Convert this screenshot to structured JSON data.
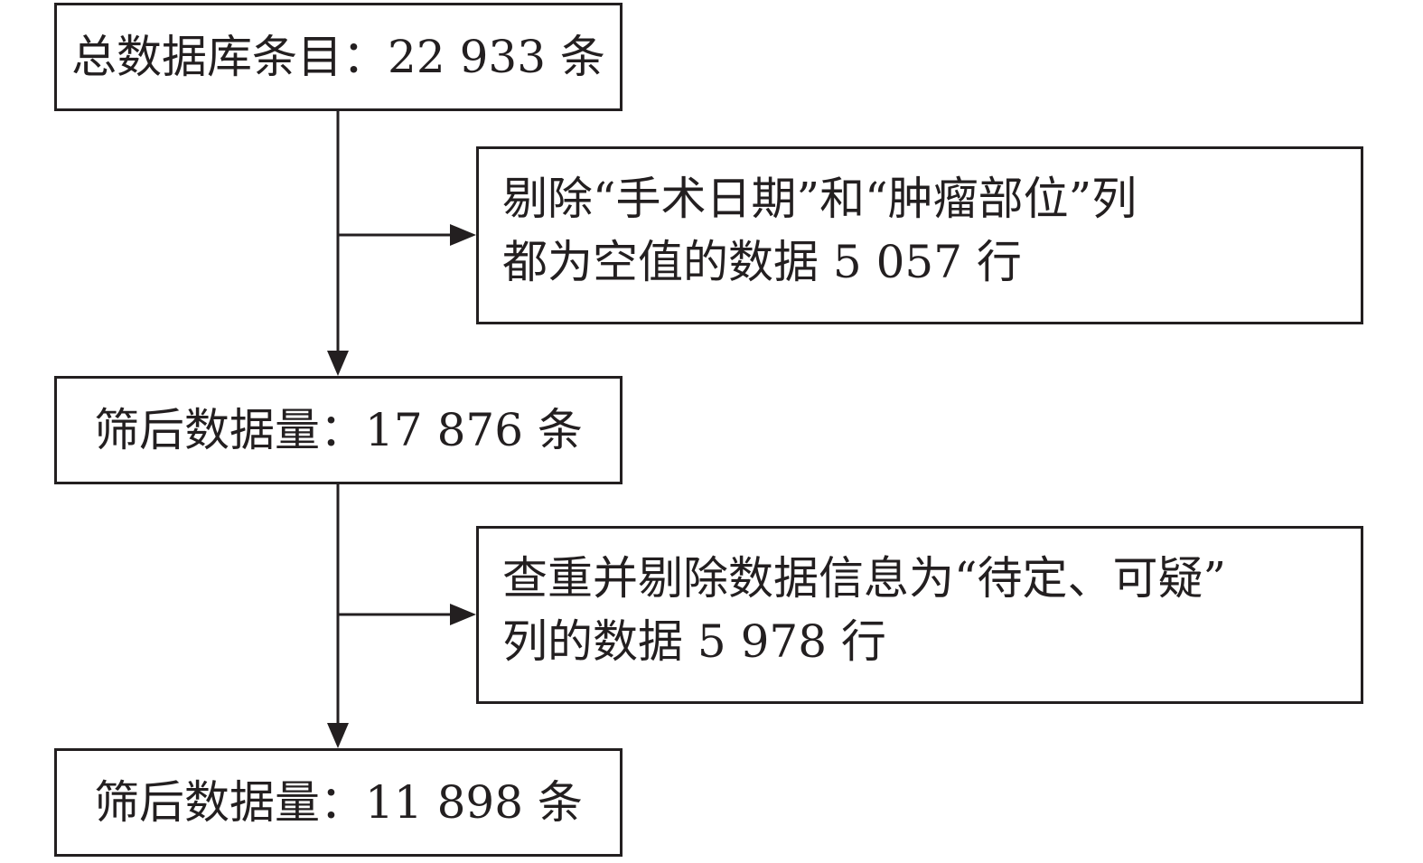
{
  "flow": {
    "step1": {
      "text": "总数据库条目：22 933 条"
    },
    "exclusion1": {
      "line1": "剔除“手术日期”和“肿瘤部位”列",
      "line2": "都为空值的数据 5 057 行"
    },
    "step2": {
      "text": "筛后数据量：17 876 条"
    },
    "exclusion2": {
      "line1": "查重并剔除数据信息为“待定、可疑”",
      "line2": "列的数据 5 978 行"
    },
    "step3": {
      "text": "筛后数据量：11 898 条"
    }
  },
  "colors": {
    "stroke": "#231f20",
    "background": "#ffffff"
  }
}
